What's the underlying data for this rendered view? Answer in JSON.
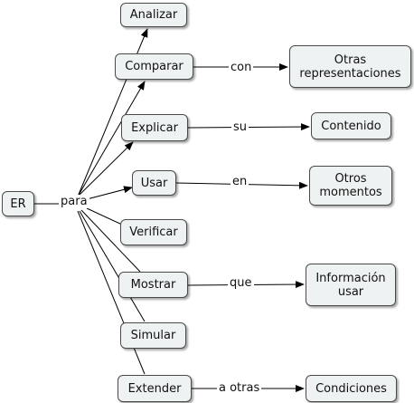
{
  "nodes": {
    "er": "ER",
    "analizar": "Analizar",
    "comparar": "Comparar",
    "explicar": "Explicar",
    "usar": "Usar",
    "verificar": "Verificar",
    "mostrar": "Mostrar",
    "simular": "Simular",
    "extender": "Extender",
    "otras_representaciones": "Otras\nrepresentaciones",
    "contenido": "Contenido",
    "otros_momentos": "Otros\nmomentos",
    "informacion_usar": "Información\nusar",
    "condiciones": "Condiciones"
  },
  "links": {
    "para": "para",
    "con": "con",
    "su": "su",
    "en": "en",
    "que": "que",
    "a_otras": "a otras"
  },
  "colors": {
    "node_fill": "#eef2f2",
    "node_border": "#4a4a4a",
    "line": "#000000"
  }
}
